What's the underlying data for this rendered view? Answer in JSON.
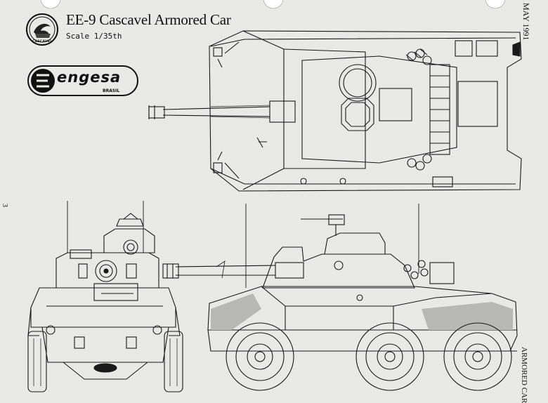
{
  "header": {
    "title": "EE-9 Cascavel Armored Car",
    "scale": "Scale 1/35th"
  },
  "margin": {
    "date": "MAY 1991",
    "side_label": "ARMORED CAR",
    "page_number": "3"
  },
  "logos": {
    "emblem_caption": "CASCAVEL",
    "brand_wordmark": "engesa",
    "brand_subtitle": "BRASIL"
  },
  "views": [
    {
      "name": "top-view"
    },
    {
      "name": "front-view"
    },
    {
      "name": "side-view"
    }
  ],
  "colors": {
    "paper": "#e9e9e6",
    "ink": "#1a1a1a",
    "hull_shade": "#b8b8b4"
  }
}
